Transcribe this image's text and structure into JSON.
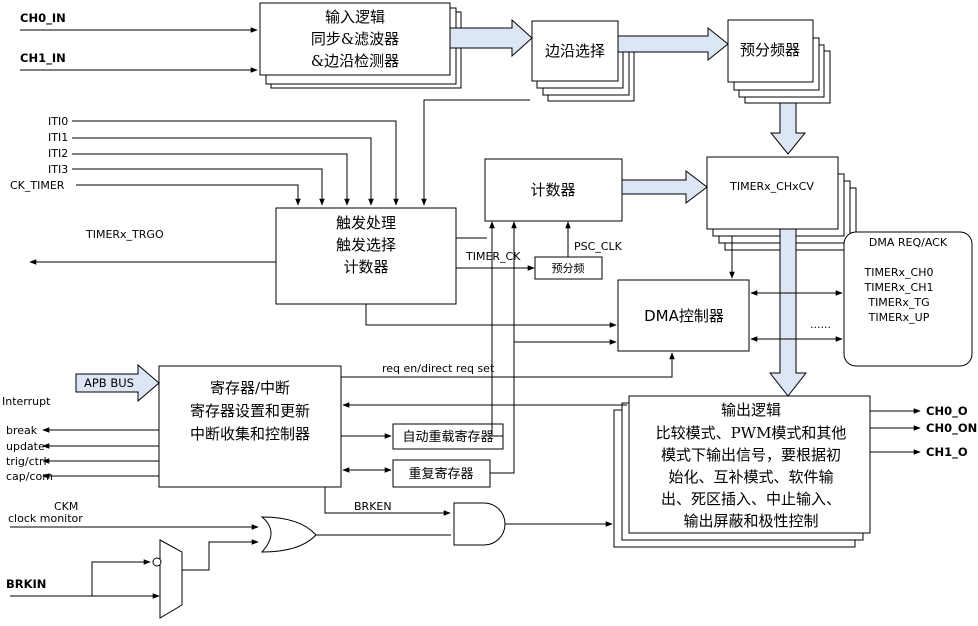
{
  "inputs": {
    "ch0_in": "CH0_IN",
    "ch1_in": "CH1_IN",
    "iti0": "ITI0",
    "iti1": "ITI1",
    "iti2": "ITI2",
    "iti3": "ITI3",
    "ck_timer": "CK_TIMER",
    "apb_bus": "APB BUS",
    "ckm": "CKM",
    "clock_monitor": "clock monitor",
    "brkin": "BRKIN"
  },
  "outputs": {
    "trgo": "TIMERx_TRGO",
    "interrupt": "Interrupt",
    "break": "break",
    "update": "update",
    "trig_ctrl": "trig/ctrl",
    "cap_com": "cap/com",
    "ch0_o": "CH0_O",
    "ch0_on": "CH0_ON",
    "ch1_o": "CH1_O"
  },
  "blocks": {
    "input_logic": [
      "输入逻辑",
      "同步&滤波器",
      "&边沿检测器"
    ],
    "edge_select": "边沿选择",
    "prescaler": "预分频器",
    "counter": "计数器",
    "chxcv": "TIMERx_CHxCV",
    "trigger": [
      "触发处理",
      "触发选择",
      "计数器"
    ],
    "small_prescaler": "预分频",
    "dma_controller": "DMA控制器",
    "register": [
      "寄存器/中断",
      "寄存器设置和更新",
      "中断收集和控制器"
    ],
    "autoreload": "自动重载寄存器",
    "repetition": "重复寄存器",
    "output_logic": [
      "输出逻辑",
      "比较模式、PWM模式和其他",
      "模式下输出信号，要根据初",
      "始化、互补模式、软件输",
      "出、死区插入、中止输入、",
      "输出屏蔽和极性控制"
    ]
  },
  "dma_req": {
    "title": "DMA REQ/ACK",
    "items": [
      "TIMERx_CH0",
      "TIMERx_CH1",
      "TIMERx_TG",
      "TIMERx_UP"
    ],
    "more": "......"
  },
  "signals": {
    "timer_ck": "TIMER_CK",
    "psc_clk": "PSC_CLK",
    "req_en": "req en/direct req set",
    "brken": "BRKEN"
  }
}
